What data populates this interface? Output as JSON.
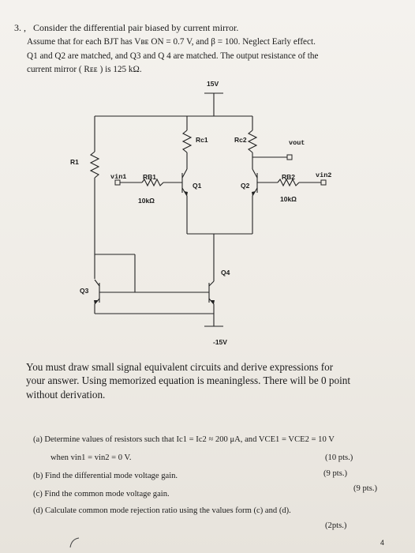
{
  "problem": {
    "number": "3. ,",
    "line1": "Consider the differential pair biased by current mirror.",
    "line2": "Assume that for each BJT has Vʙᴇ ON = 0.7 V, and β = 100. Neglect Early effect.",
    "line3": "Q1 and Q2 are matched, and Q3 and Q 4 are matched. The output resistance of the",
    "line4": "current mirror ( Rᴇᴇ ) is 125 kΩ."
  },
  "circuit": {
    "vcc": "15V",
    "vee": "-15V",
    "rc1": "Rc1",
    "rc2": "Rc2",
    "vout": "vout",
    "r1": "R1",
    "vin1": "vin1",
    "rb1": "RB1",
    "rb1_value": "10kΩ",
    "q1": "Q1",
    "q2": "Q2",
    "rb2": "RB2",
    "rb2_value": "10kΩ",
    "vin2": "vin2",
    "q3": "Q3",
    "q4": "Q4"
  },
  "instruction": {
    "line1": "You must draw small signal equivalent circuits and derive expressions for",
    "line2": "your answer. Using memorized equation is meaningless. There will be 0 point",
    "line3": "without derivation."
  },
  "parts": {
    "a_line1": "(a) Determine values of resistors such that Ic1 = Ic2 ≈ 200 μA, and VCE1 = VCE2 = 10 V",
    "a_line2": "when vin1 = vin2 = 0 V.",
    "a_pts": "(10 pts.)",
    "b": "(b) Find the differential mode voltage gain.",
    "b_pts": "(9 pts.)",
    "c": "(c) Find the common mode voltage gain.",
    "c_pts": "(9 pts.)",
    "d": "(d) Calculate common mode rejection ratio using the values form (c) and (d).",
    "d_pts": "(2pts.)"
  },
  "page_number": "4"
}
